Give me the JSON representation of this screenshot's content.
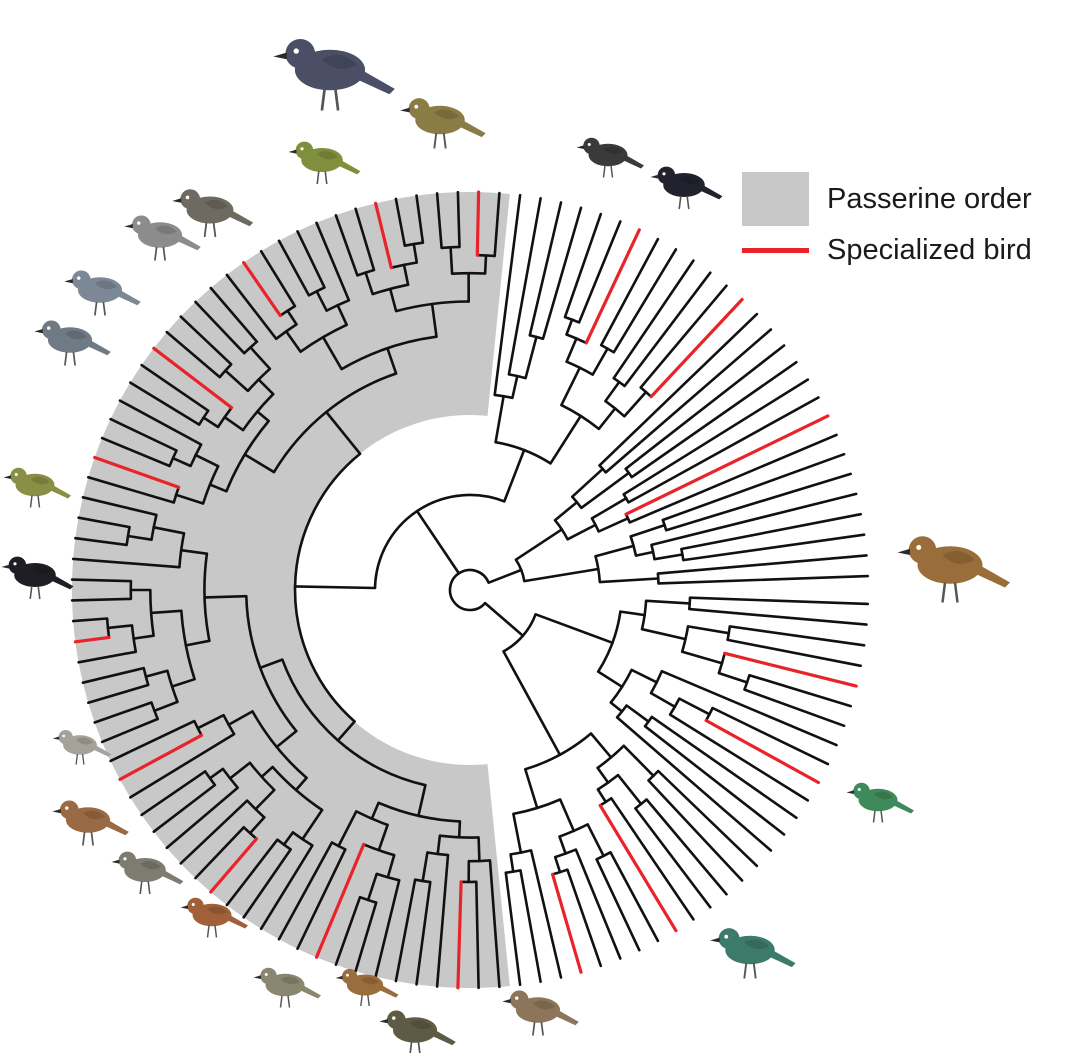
{
  "legend": {
    "items": [
      {
        "label": "Passerine order",
        "symbol": "gray-box",
        "color": "#c8c8c8"
      },
      {
        "label": "Specialized bird",
        "symbol": "red-line",
        "color": "#e8232a"
      }
    ]
  },
  "colors": {
    "branch": "#111111",
    "specialized": "#e8232a",
    "passerine_fill": "#c8c8c8",
    "background": "#ffffff"
  },
  "tree": {
    "layout": "circular phylogeny",
    "tip_count": 120,
    "passerine_clade_tips": 64,
    "specialized_tips": 17
  },
  "bird_illustrations": [
    {
      "name": "black-jay-bird-icon",
      "color": "#4a4f66"
    },
    {
      "name": "olive-thrush-bird-icon",
      "color": "#8a7c45"
    },
    {
      "name": "green-vireo-bird-icon",
      "color": "#7f8f3c"
    },
    {
      "name": "striped-woodcreeper-bird-icon",
      "color": "#6e6a62"
    },
    {
      "name": "spotted-antbird-bird-icon",
      "color": "#8c8c8c"
    },
    {
      "name": "gray-antshrike-bird-icon",
      "color": "#7d8896"
    },
    {
      "name": "gray-antbird-bird-icon",
      "color": "#707a84"
    },
    {
      "name": "olive-flycatcher-bird-icon",
      "color": "#8a8f45"
    },
    {
      "name": "black-tanager-bird-icon",
      "color": "#1e1e24"
    },
    {
      "name": "pale-flycatcher-bird-icon",
      "color": "#a3a39a"
    },
    {
      "name": "rufous-hornero-bird-icon",
      "color": "#9a6a44"
    },
    {
      "name": "gray-kingbird-bird-icon",
      "color": "#7e7b70"
    },
    {
      "name": "rufous-becard-bird-icon",
      "color": "#a0603a"
    },
    {
      "name": "streaked-flycatcher-bird-icon",
      "color": "#8a8670"
    },
    {
      "name": "brown-warbler-bird-icon",
      "color": "#9a6e3c"
    },
    {
      "name": "nightjar-bird-icon",
      "color": "#5f5a44"
    },
    {
      "name": "sparrow-bird-icon",
      "color": "#8c7558"
    },
    {
      "name": "motmot-bird-icon",
      "color": "#3c7a6a"
    },
    {
      "name": "hummingbird-bird-icon",
      "color": "#3f8a5a"
    },
    {
      "name": "tinamou-bird-icon",
      "color": "#9a6e3a"
    },
    {
      "name": "black-white-seedeater-bird-icon",
      "color": "#3a3a3a"
    },
    {
      "name": "black-grassquit-bird-icon",
      "color": "#22222e"
    }
  ]
}
